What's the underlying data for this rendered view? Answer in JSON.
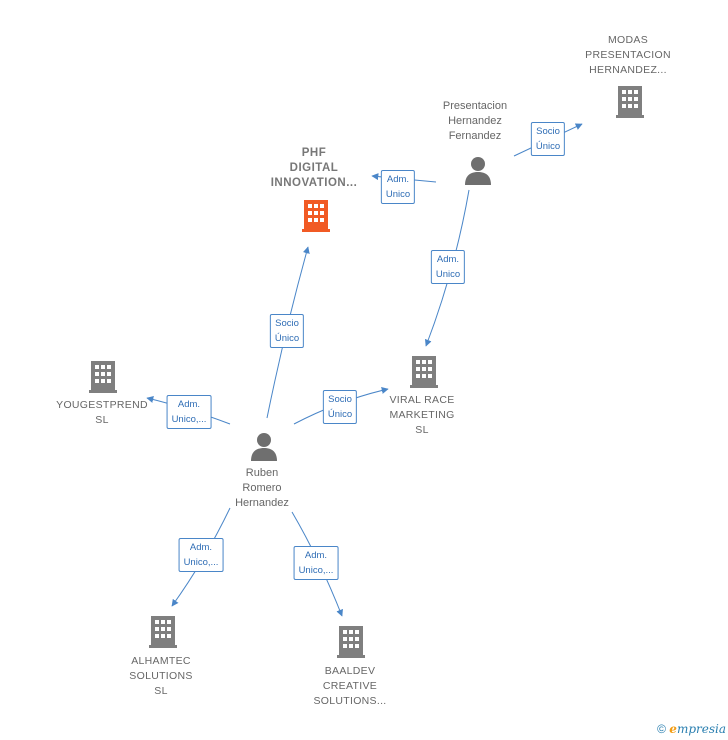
{
  "colors": {
    "edge": "#4a86c8",
    "building": "#7f7f7f",
    "building_highlight": "#f15a24",
    "person": "#6f6f6f"
  },
  "nodes": {
    "modas": {
      "label": "MODAS\nPRESENTACION\nHERNANDEZ...",
      "icon": "building-icon"
    },
    "presentacion": {
      "label": "Presentacion\nHernandez\nFernandez",
      "icon": "person-icon"
    },
    "phf": {
      "label": "PHF\nDIGITAL\nINNOVATION...",
      "icon": "building-icon"
    },
    "viral": {
      "label": "VIRAL RACE\nMARKETING\nSL",
      "icon": "building-icon"
    },
    "yougest": {
      "label": "YOUGESTPREND\nSL",
      "icon": "building-icon"
    },
    "ruben": {
      "label": "Ruben\nRomero\nHernandez",
      "icon": "person-icon"
    },
    "alhamtec": {
      "label": "ALHAMTEC\nSOLUTIONS\nSL",
      "icon": "building-icon"
    },
    "baaldev": {
      "label": "BAALDEV\nCREATIVE\nSOLUTIONS...",
      "icon": "building-icon"
    }
  },
  "edges": {
    "pres_modas": "Socio\nÚnico",
    "pres_phf": "Adm.\nUnico",
    "pres_viral": "Adm.\nUnico",
    "ruben_phf": "Socio\nÚnico",
    "ruben_viral": "Socio\nÚnico",
    "ruben_yougest": "Adm.\nUnico,...",
    "ruben_alhamtec": "Adm.\nUnico,...",
    "ruben_baaldev": "Adm.\nUnico,..."
  },
  "footer": {
    "copyright": "©",
    "brand_first": "e",
    "brand_rest": "mpresia"
  }
}
